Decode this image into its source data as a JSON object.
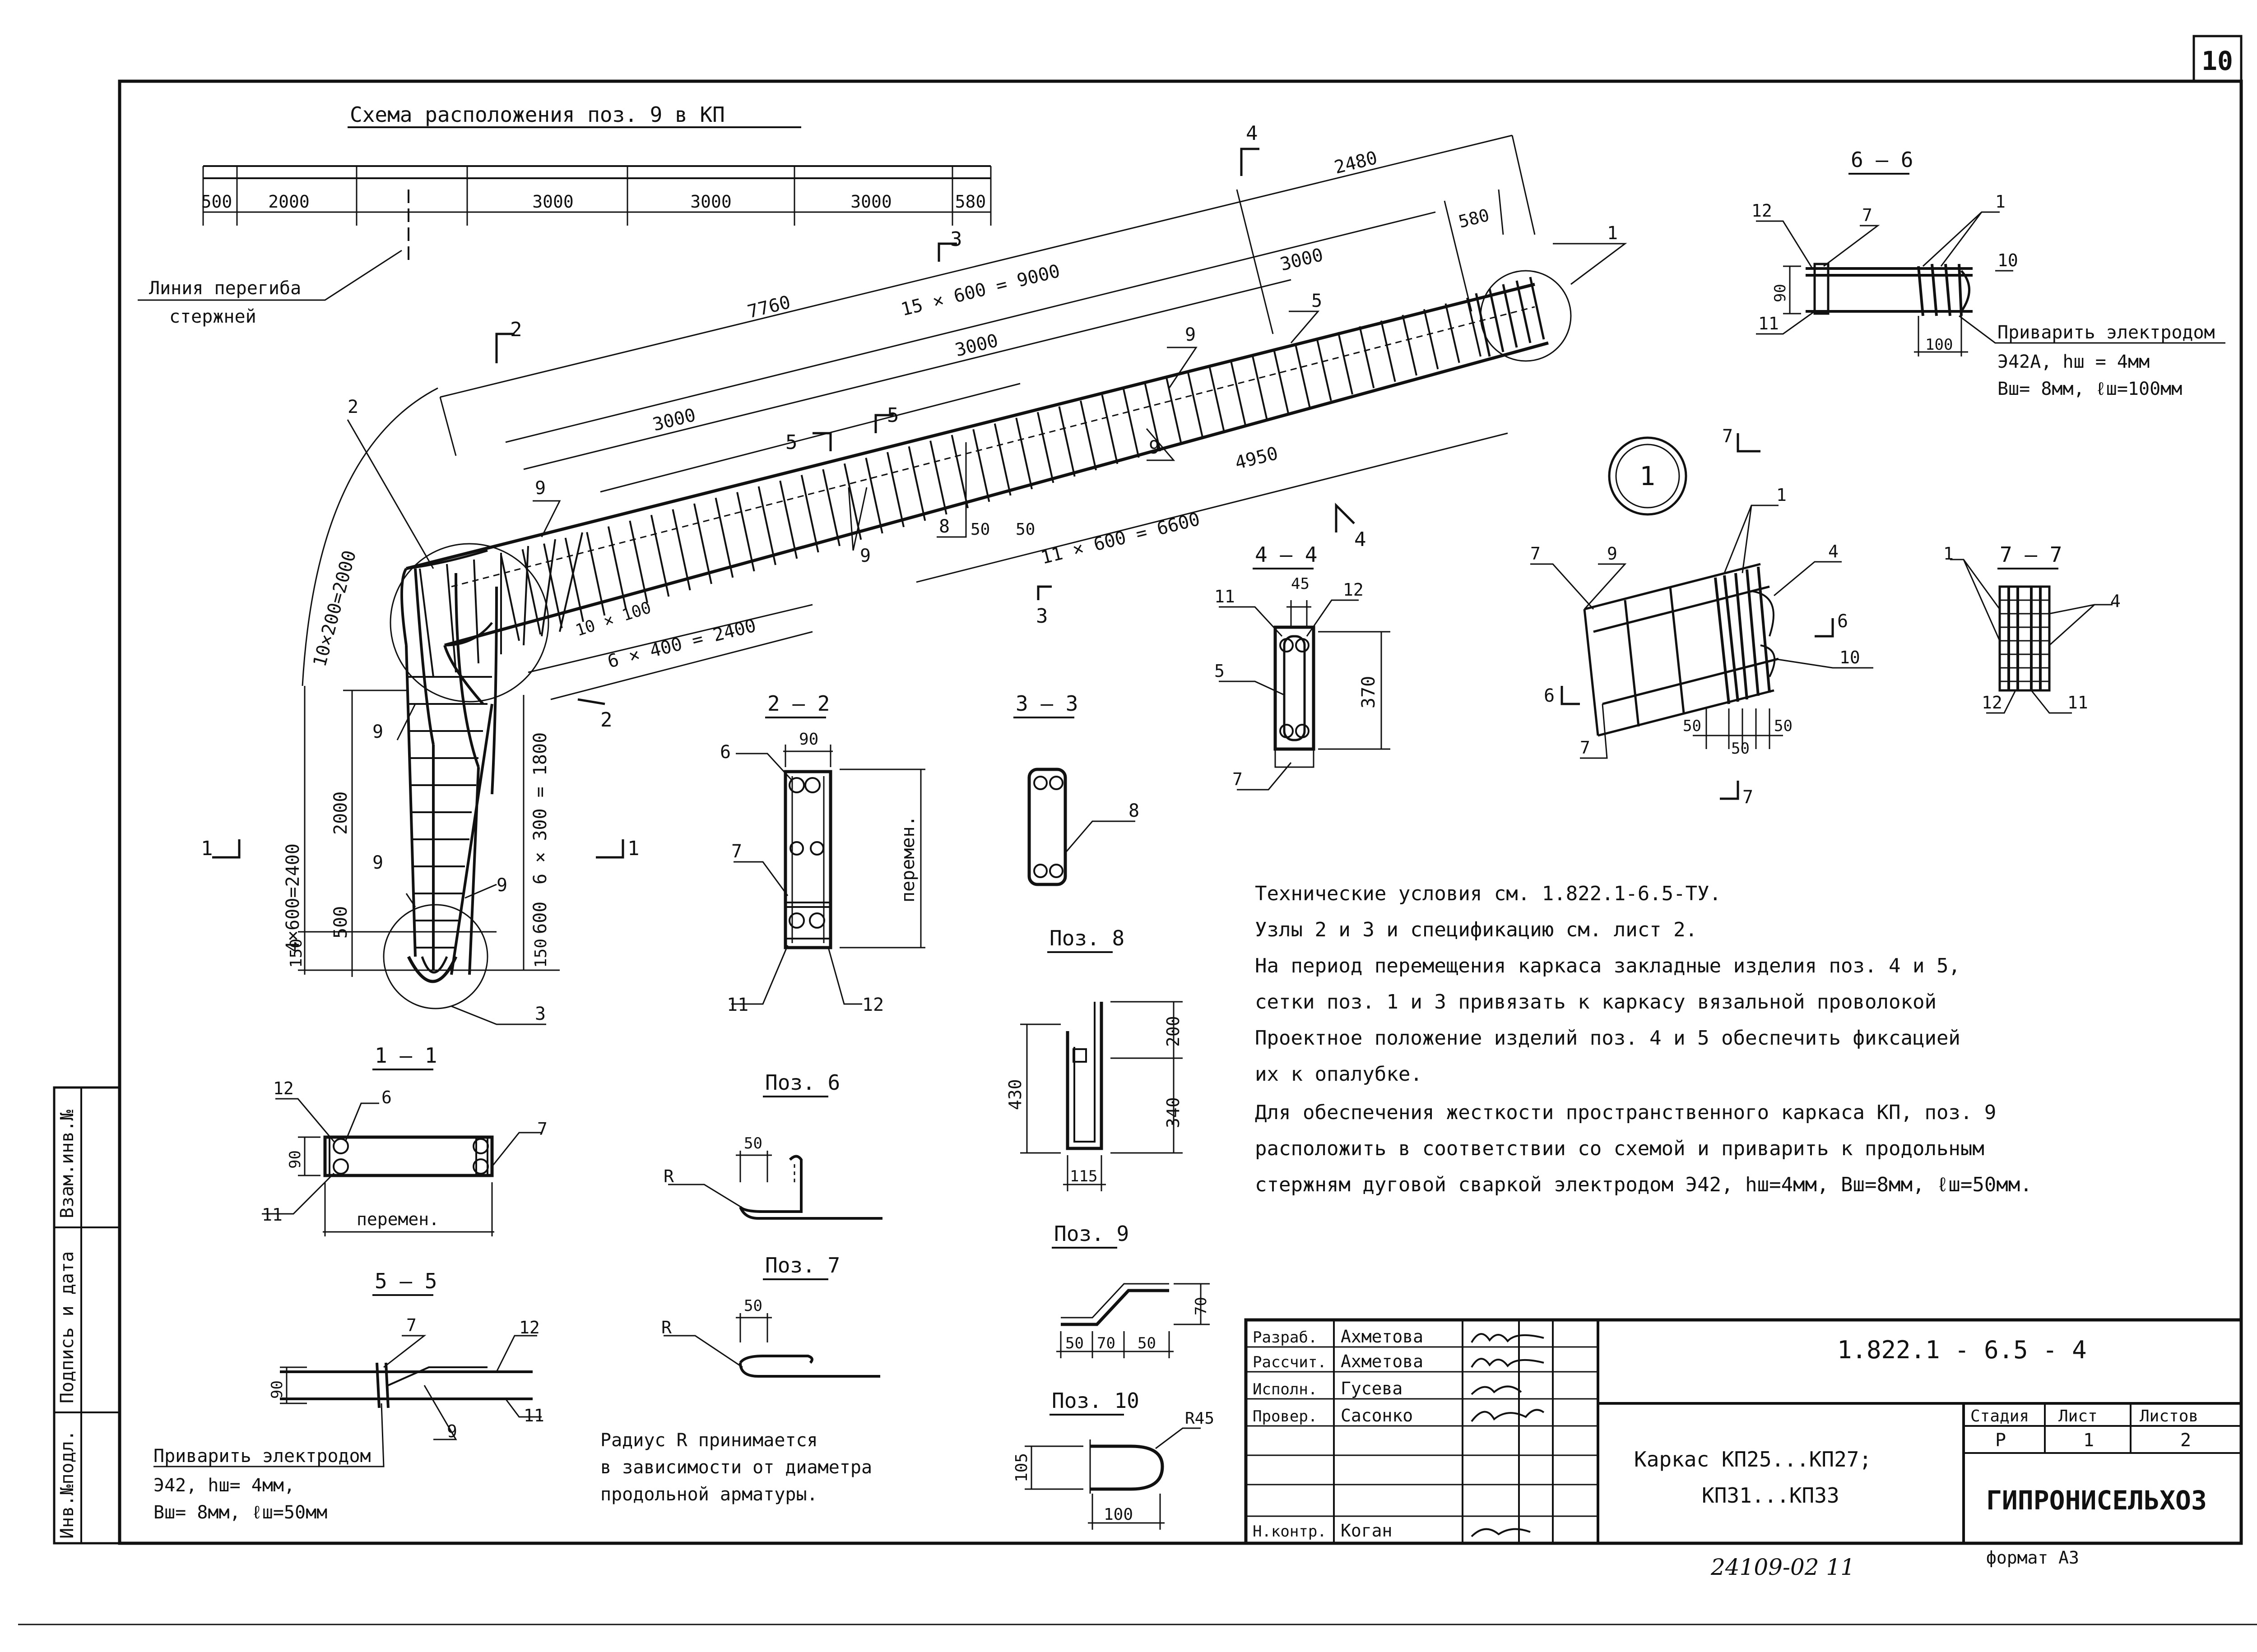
{
  "sheet_number": "10",
  "top_schema": {
    "title": "Схема расположения поз. 9 в КП",
    "segments": [
      "500",
      "2000",
      "3000",
      "3000",
      "3000",
      "580"
    ],
    "bend_line_label_1": "Линия перегиба",
    "bend_line_label_2": "стержней"
  },
  "main_view": {
    "dims": {
      "d2480": "2480",
      "d580": "580",
      "d7760": "7760",
      "d15x600": "15 × 600 = 9000",
      "d3000a": "3000",
      "d3000b": "3000",
      "d3000c": "3000",
      "d4950": "4950",
      "d11x600": "11 × 600 = 6600",
      "d6x400": "6 × 400 = 2400",
      "d10x100": "10 × 100",
      "d10x200": "10×200=2000",
      "d4x600": "4×600=2400",
      "d2000": "2000",
      "d6x300": "6 × 300 = 1800",
      "d500": "500",
      "d600": "600",
      "d150a": "150",
      "d150b": "150",
      "d50a": "50",
      "d50b": "50"
    },
    "positions": [
      "1",
      "2",
      "3",
      "4",
      "5",
      "8",
      "9",
      "9",
      "9",
      "9",
      "9",
      "9",
      "9"
    ],
    "section_marks": [
      "1",
      "1",
      "2",
      "2",
      "3",
      "3",
      "4",
      "4",
      "5",
      "5"
    ]
  },
  "section_2_2": {
    "title": "2 – 2",
    "dim_90": "90",
    "dim_var": "перемен.",
    "p6": "6",
    "p7": "7",
    "p11": "11",
    "p12": "12"
  },
  "section_3_3": {
    "title": "3 – 3",
    "p8": "8"
  },
  "section_4_4": {
    "title": "4 – 4",
    "dim_45": "45",
    "dim_370": "370",
    "p11": "11",
    "p12": "12",
    "p5": "5",
    "p7": "7"
  },
  "section_1_1": {
    "title": "1 – 1",
    "dim_90": "90",
    "dim_var": "перемен.",
    "p12": "12",
    "p6": "6",
    "p7": "7",
    "p11": "11"
  },
  "section_5_5": {
    "title": "5 – 5",
    "dim_90": "90",
    "p7": "7",
    "p12": "12",
    "p9": "9",
    "p11": "11",
    "weld_note_1": "Приварить электродом",
    "weld_note_2": "Э42, hш= 4мм,",
    "weld_note_3": "Вш= 8мм, ℓш=50мм"
  },
  "pos6": {
    "title": "Поз. 6",
    "dim": "50",
    "r": "R"
  },
  "pos7": {
    "title": "Поз. 7",
    "dim": "50",
    "r": "R"
  },
  "radius_note": [
    "Радиус R принимается",
    "в зависимости от диаметра",
    "продольной арматуры."
  ],
  "pos8": {
    "title": "Поз. 8",
    "d430": "430",
    "d200": "200",
    "d340": "340",
    "d115": "115"
  },
  "pos9": {
    "title": "Поз. 9",
    "d50a": "50",
    "d70": "70",
    "d50b": "50",
    "d70v": "70"
  },
  "pos10": {
    "title": "Поз. 10",
    "r45": "R45",
    "d105": "105",
    "d100": "100"
  },
  "node_1": {
    "label": "1",
    "p7a": "7",
    "p9": "9",
    "p1": "1",
    "p4": "4",
    "p6": "6",
    "p10": "10",
    "p7b": "7",
    "d50a": "50",
    "d50b": "50",
    "d50c": "50",
    "m7a": "7",
    "m7b": "7",
    "m6a": "6",
    "m6b": "6"
  },
  "section_6_6": {
    "title": "6 – 6",
    "p12": "12",
    "p7": "7",
    "p1": "1",
    "p10": "10",
    "p11": "11",
    "dim_90": "90",
    "dim_100": "100",
    "weld_1": "Приварить электродом",
    "weld_2": "Э42А, hш = 4мм",
    "weld_3": "Вш= 8мм, ℓш=100мм"
  },
  "section_7_7": {
    "title": "7 – 7",
    "p1": "1",
    "p4": "4",
    "p12": "12",
    "p11": "11"
  },
  "notes": [
    "Технические условия см. 1.822.1-6.5-ТУ.",
    "Узлы 2 и 3 и спецификацию см. лист 2.",
    "На период перемещения каркаса закладные изделия поз. 4 и 5,",
    "сетки поз. 1 и 3 привязать к каркасу вязальной проволокой",
    "Проектное положение изделий поз. 4 и 5 обеспечить фиксацией",
    "их к опалубке.",
    "Для обеспечения жесткости пространственного каркаса КП, поз. 9",
    "расположить в соответствии со схемой и приварить к продольным",
    "стержням дуговой сваркой электродом Э42, hш=4мм, Вш=8мм, ℓш=50мм."
  ],
  "title_block": {
    "roles": [
      "Разраб.",
      "Рассчит.",
      "Исполн.",
      "Провер.",
      "",
      "",
      "Н.контр."
    ],
    "names": [
      "Ахметова",
      "Ахметова",
      "Гусева",
      "Сасонко",
      "",
      "",
      "Коган"
    ],
    "doc_code": "1.822.1 - 6.5 - 4",
    "name_line_1": "Каркас КП25...КП27;",
    "name_line_2": "КП31...КП33",
    "stage_h": "Стадия",
    "sheet_h": "Лист",
    "sheets_h": "Листов",
    "stage": "Р",
    "sheet": "1",
    "sheets": "2",
    "org": "ГИПРОНИСЕЛЬХОЗ",
    "footer_num": "24109-02  11",
    "format": "формат А3"
  },
  "side_stamp": [
    "Взам.инв.№",
    "Подпись и дата",
    "Инв.№подл."
  ]
}
